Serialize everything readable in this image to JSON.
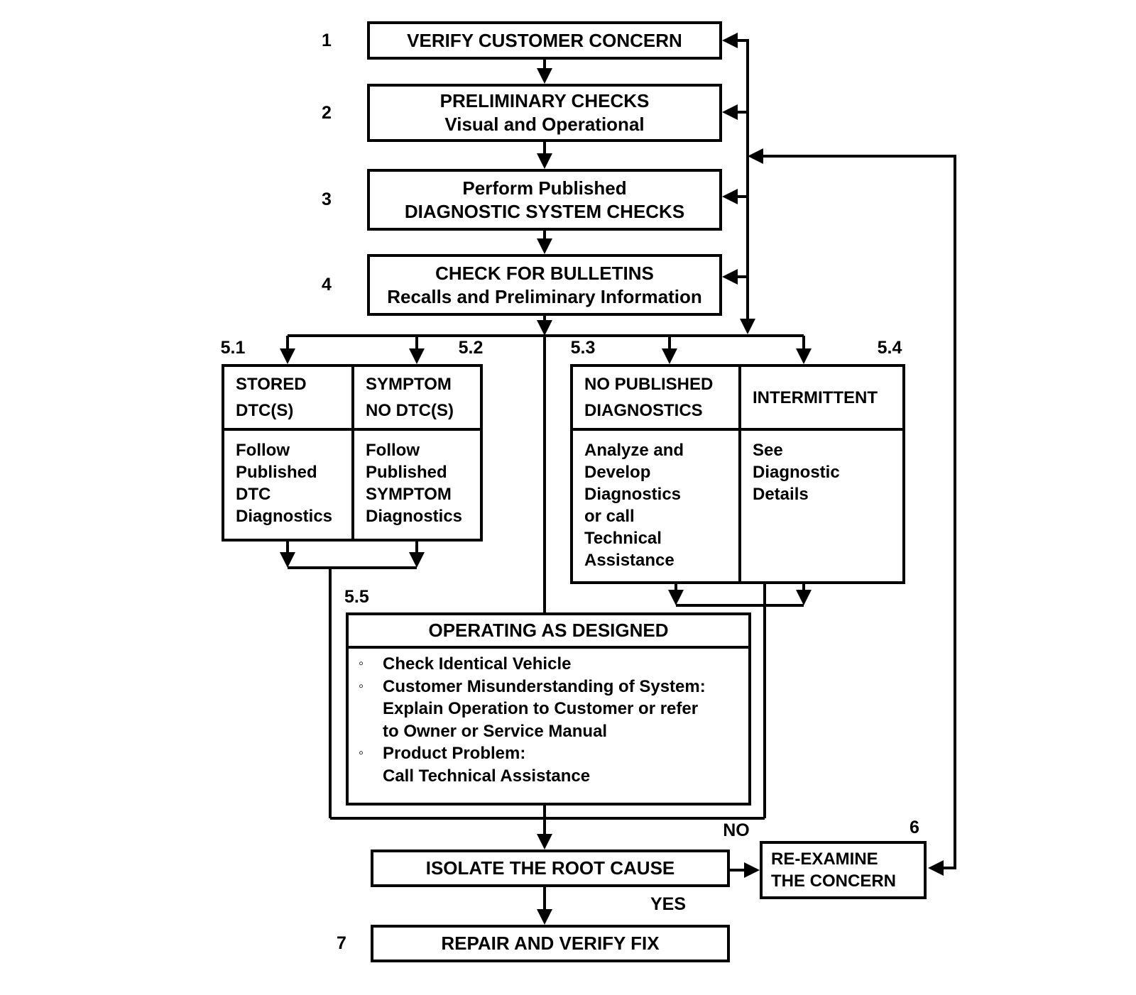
{
  "colors": {
    "ink": "#000000",
    "background": "#ffffff"
  },
  "flow": {
    "step1": {
      "label": "1",
      "title": "VERIFY CUSTOMER CONCERN"
    },
    "step2": {
      "label": "2",
      "title": "PRELIMINARY CHECKS",
      "subtitle": "Visual and Operational"
    },
    "step3": {
      "label": "3",
      "title": "Perform Published",
      "subtitle": "DIAGNOSTIC SYSTEM CHECKS"
    },
    "step4": {
      "label": "4",
      "title": "CHECK FOR BULLETINS",
      "subtitle": "Recalls and Preliminary Information"
    },
    "branch51": {
      "label": "5.1",
      "header": [
        "STORED",
        "DTC(S)"
      ],
      "body": [
        "Follow",
        "Published",
        "DTC",
        "Diagnostics"
      ]
    },
    "branch52": {
      "label": "5.2",
      "header": [
        "SYMPTOM",
        "NO DTC(S)"
      ],
      "body": [
        "Follow",
        "Published",
        "SYMPTOM",
        "Diagnostics"
      ]
    },
    "branch53": {
      "label": "5.3",
      "header": [
        "NO PUBLISHED",
        "DIAGNOSTICS"
      ],
      "body": [
        "Analyze and",
        "Develop",
        "Diagnostics",
        "or call",
        "Technical",
        "Assistance"
      ]
    },
    "branch54": {
      "label": "5.4",
      "header": "INTERMITTENT",
      "body": [
        "See",
        "Diagnostic",
        "Details"
      ]
    },
    "step55": {
      "label": "5.5",
      "title": "OPERATING AS DESIGNED",
      "items": [
        {
          "bullet": "◦",
          "text": "Check Identical Vehicle"
        },
        {
          "bullet": "◦",
          "text": "Customer Misunderstanding of System:"
        },
        {
          "bullet": "",
          "text": "Explain Operation to Customer or refer"
        },
        {
          "bullet": "",
          "text": "to Owner or Service Manual"
        },
        {
          "bullet": "◦",
          "text": "Product Problem:"
        },
        {
          "bullet": "",
          "text": "Call Technical Assistance"
        }
      ]
    },
    "isolate": {
      "title": "ISOLATE THE ROOT CAUSE",
      "no_label": "NO",
      "yes_label": "YES"
    },
    "step6": {
      "label": "6",
      "lines": [
        "RE-EXAMINE",
        "THE CONCERN"
      ]
    },
    "step7": {
      "label": "7",
      "title": "REPAIR AND VERIFY FIX"
    }
  }
}
